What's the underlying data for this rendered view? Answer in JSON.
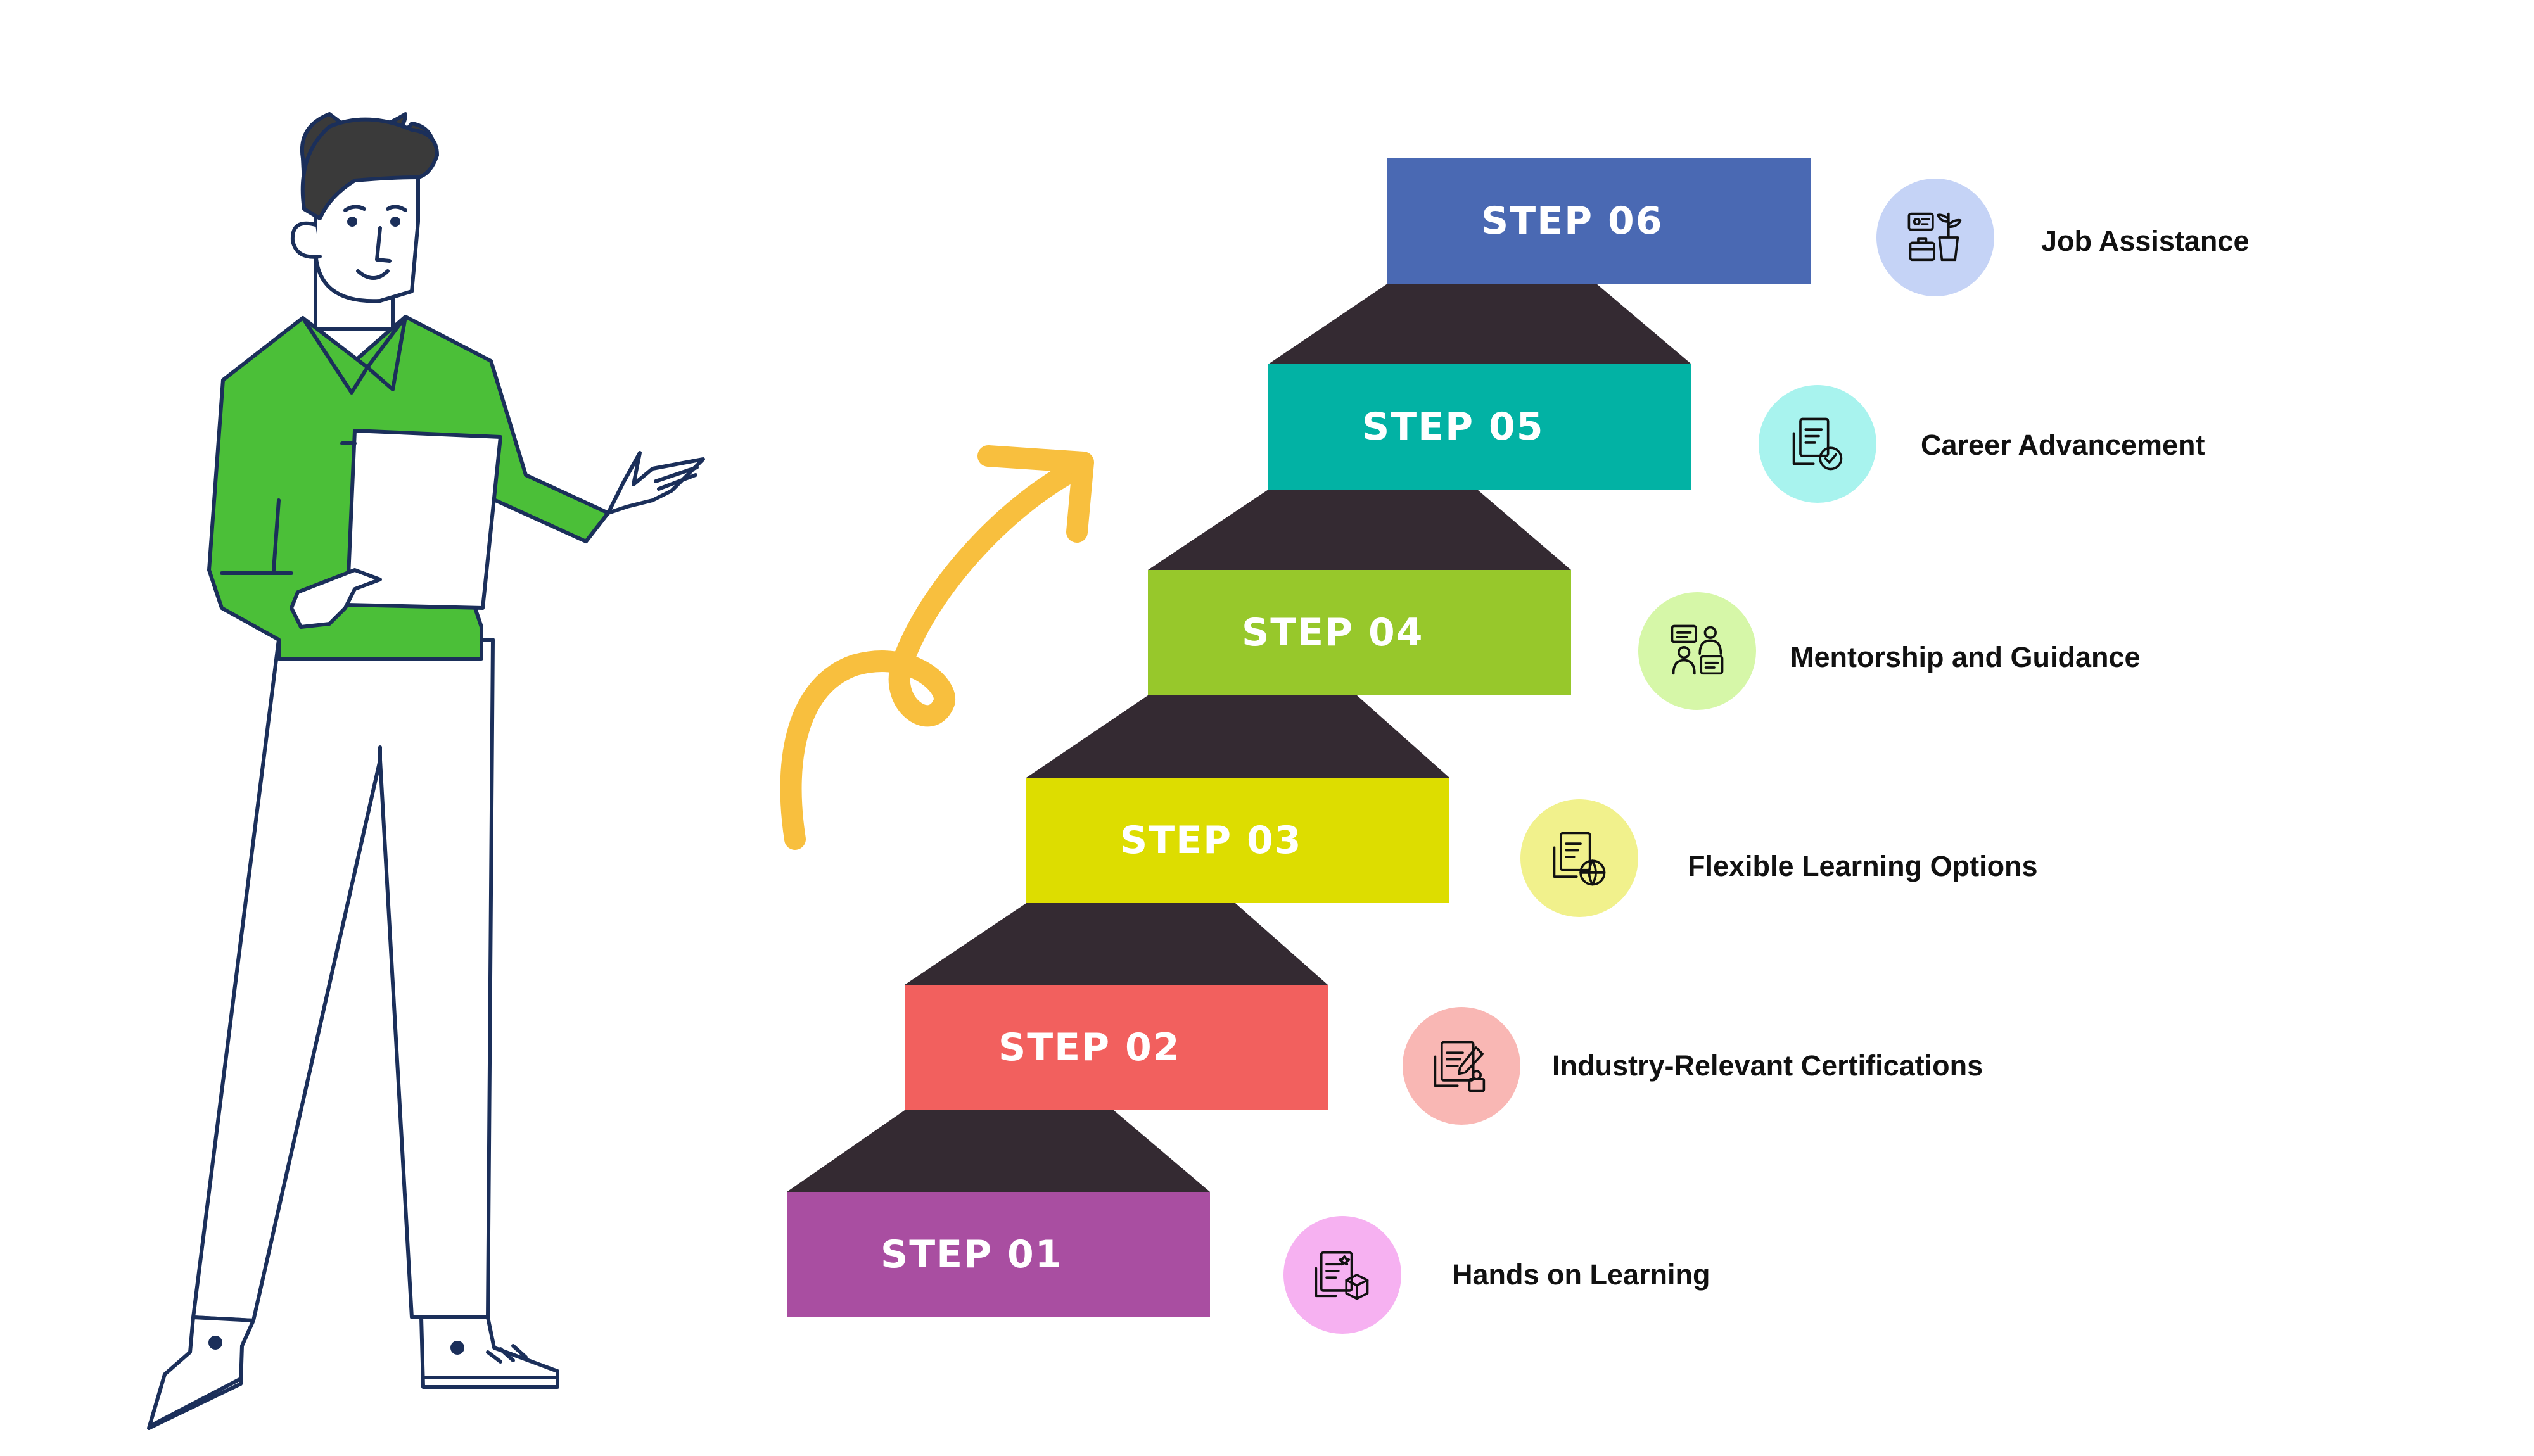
{
  "steps": [
    {
      "label": "STEP 01",
      "feature": "Hands on Learning",
      "color": "#a94ea1",
      "badge_color": "#f6b1f1",
      "icon": "certificate-box-icon"
    },
    {
      "label": "STEP 02",
      "feature": "Industry-Relevant Certifications",
      "color": "#f2605e",
      "badge_color": "#f9b7b4",
      "icon": "certification-edit-icon"
    },
    {
      "label": "STEP 03",
      "feature": "Flexible Learning Options",
      "color": "#dddd00",
      "badge_color": "#f1f18c",
      "icon": "document-globe-icon"
    },
    {
      "label": "STEP 04",
      "feature": "Mentorship and Guidance",
      "color": "#97c82b",
      "badge_color": "#d6f7a8",
      "icon": "mentorship-chat-icon"
    },
    {
      "label": "STEP 05",
      "feature": "Career Advancement",
      "color": "#02b2a4",
      "badge_color": "#a8f3ee",
      "icon": "document-check-icon"
    },
    {
      "label": "STEP 06",
      "feature": "Job Assistance",
      "color": "#4a69b3",
      "badge_color": "#c5d3f6",
      "icon": "job-assistance-icon"
    }
  ],
  "connector_color": "#342a32",
  "arrow_color": "#f8bf3e",
  "figure": {
    "shirt_color": "#4bbf38",
    "outline_color": "#1b2f5a",
    "hair_color": "#3a3a3a"
  }
}
